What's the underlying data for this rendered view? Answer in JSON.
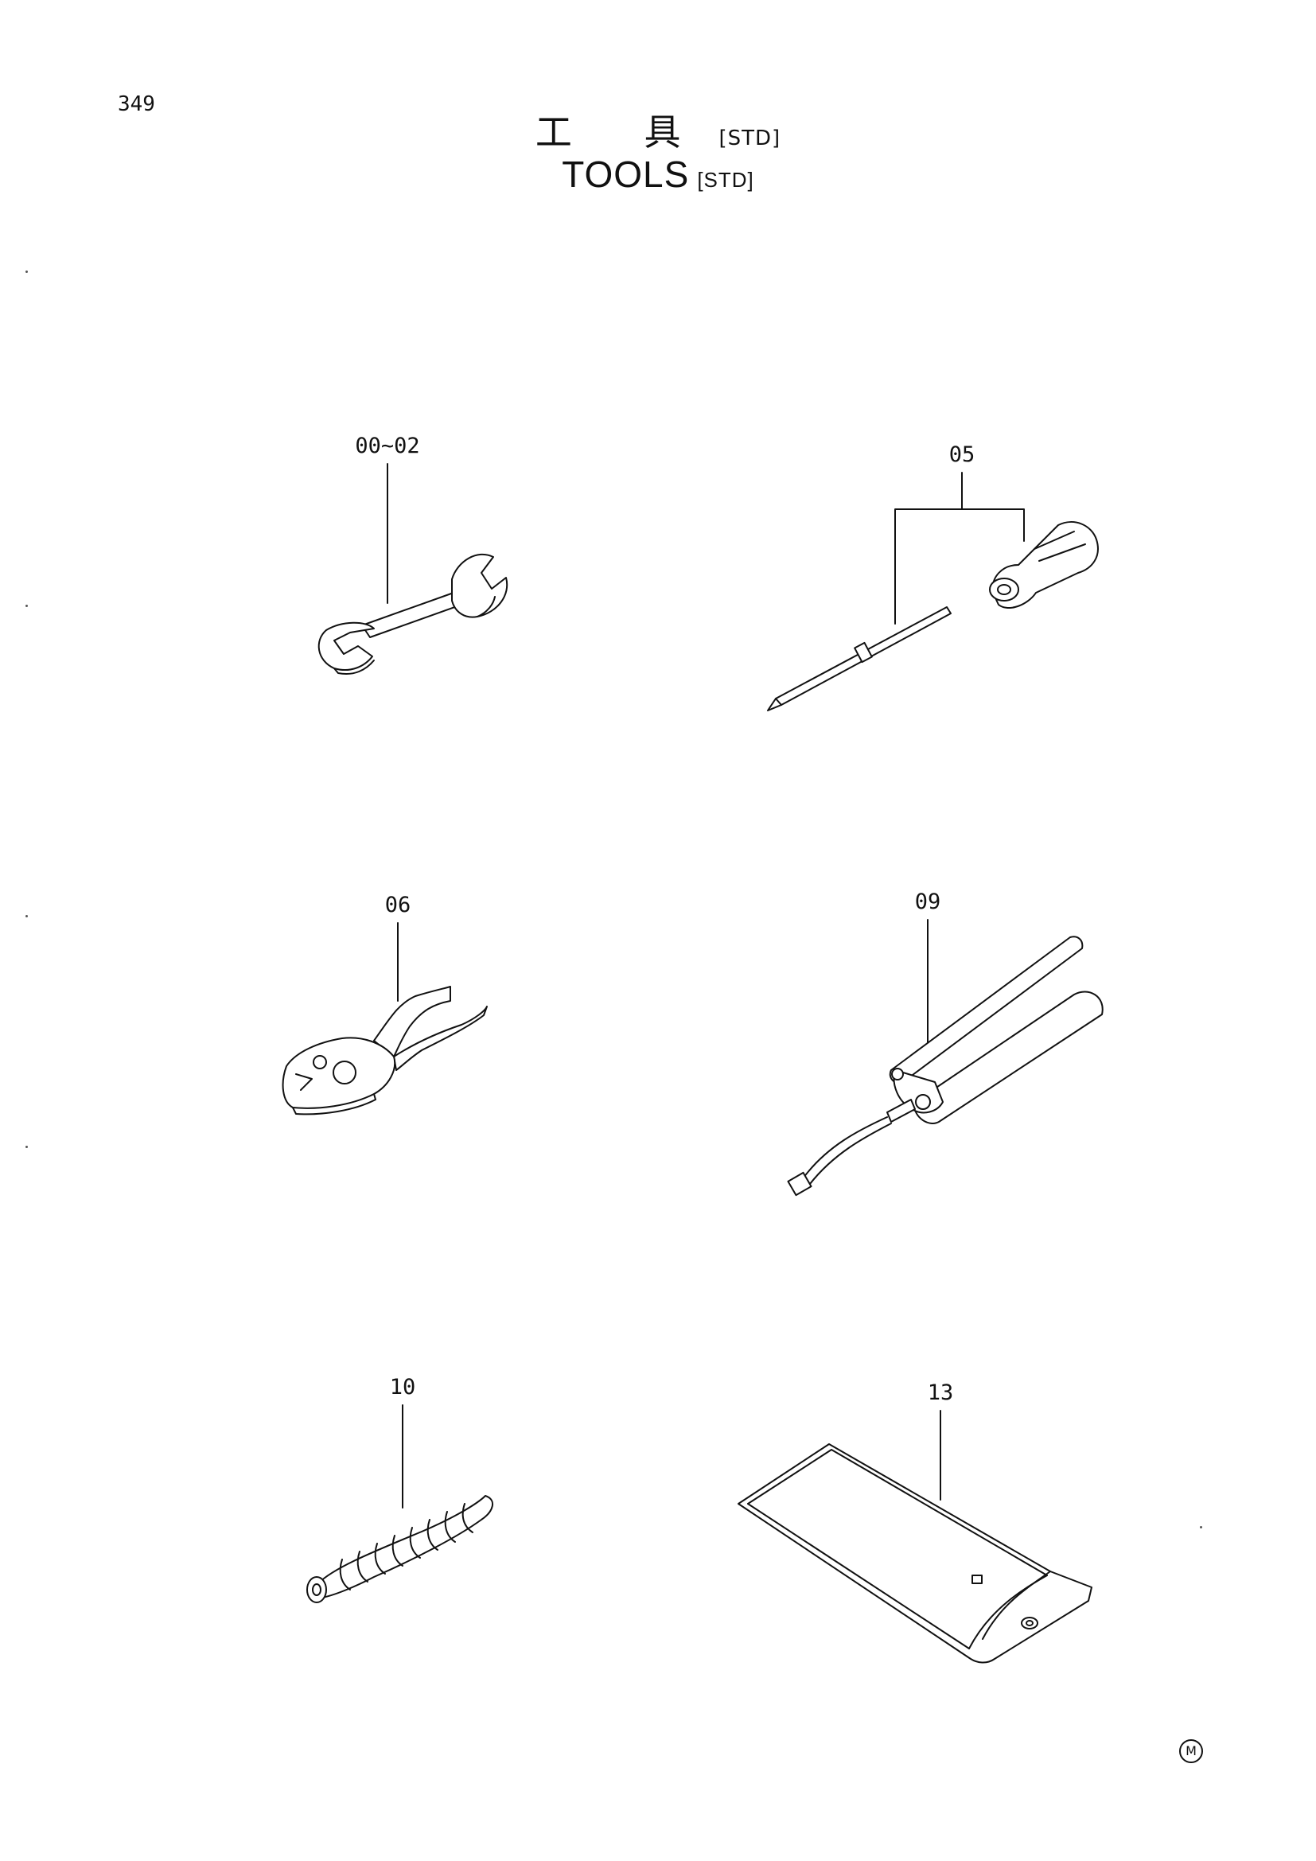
{
  "page": {
    "number": "349",
    "mark": "M"
  },
  "title": {
    "jp": "工 具",
    "jp_tag": "[STD]",
    "en": "TOOLS",
    "en_tag": "[STD]"
  },
  "items": [
    {
      "callout": "00~02",
      "tool": "wrench-icon"
    },
    {
      "callout": "05",
      "tool": "screwdriver-icon"
    },
    {
      "callout": "06",
      "tool": "pliers-icon"
    },
    {
      "callout": "09",
      "tool": "grease-gun-icon"
    },
    {
      "callout": "10",
      "tool": "nozzle-icon"
    },
    {
      "callout": "13",
      "tool": "tool-bag-icon"
    }
  ]
}
